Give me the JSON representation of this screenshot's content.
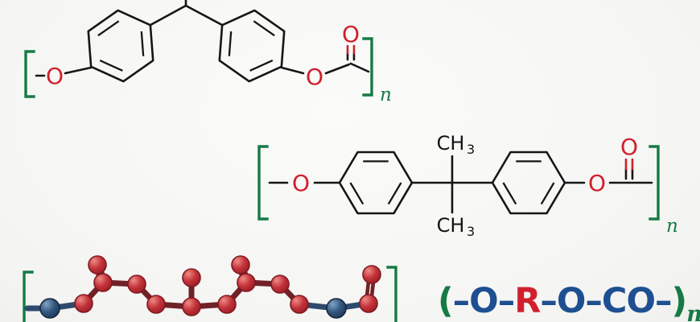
{
  "palette": {
    "background_center": "#fbfbf9",
    "background_edge": "#d8d8d6",
    "bond_black": "#161616",
    "oxygen_red": "#d0202e",
    "bracket_green": "#157a45",
    "formula_blue": "#1d4f91",
    "formula_red": "#d0202e",
    "sphere_red": "#c3333a",
    "sphere_blue": "#33567e",
    "stick_maroon": "#702227",
    "stick_navy": "#2e4a6e"
  },
  "top_structure": {
    "o_left": "O",
    "o_ester": "O",
    "o_carbonyl": "O",
    "sub_n": "n"
  },
  "middle_structure": {
    "o_left": "O",
    "o_ester": "O",
    "o_carbonyl": "O",
    "methyl_top": {
      "ch": "CH",
      "sub": "3"
    },
    "methyl_bottom": {
      "ch": "CH",
      "sub": "3"
    },
    "sub_n": "n"
  },
  "formula": {
    "open": "(",
    "seg_o1": "–O–",
    "seg_r": "R",
    "seg_o2": "–O–",
    "seg_co": "CO–",
    "close": ")",
    "sub_n": "n"
  }
}
